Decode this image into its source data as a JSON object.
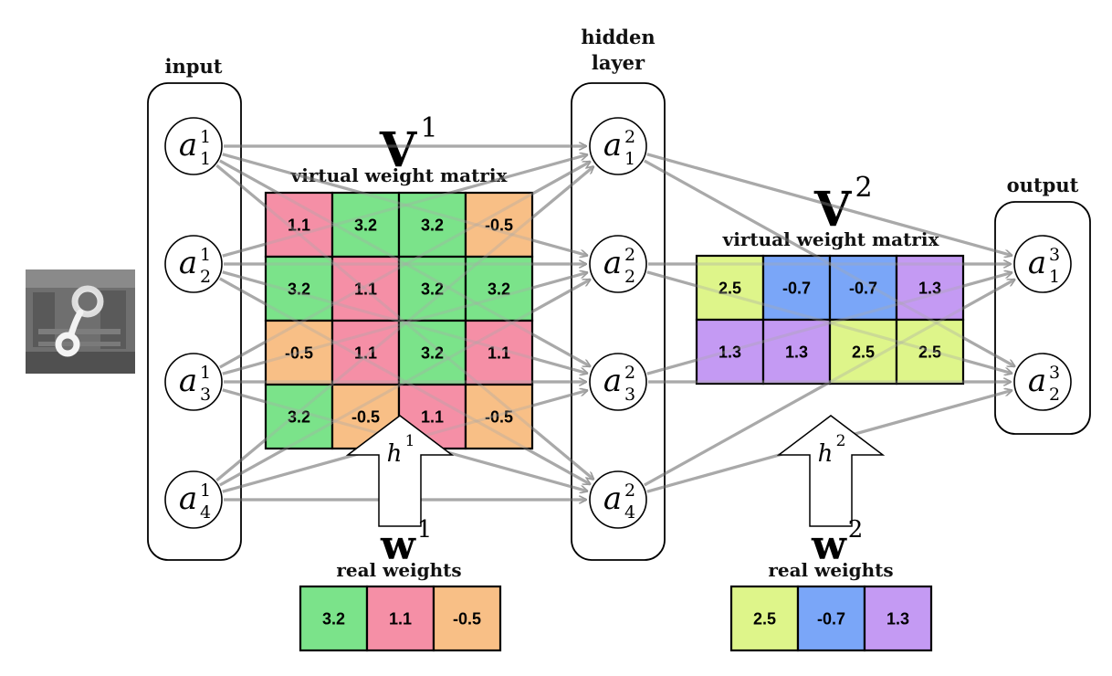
{
  "labels": {
    "input": "input",
    "hidden_line1": "hidden",
    "hidden_line2": "layer",
    "output": "output",
    "V1": "V",
    "V1_sup": "1",
    "V2": "V",
    "V2_sup": "2",
    "virtual_1": "virtual weight matrix",
    "virtual_2": "virtual weight matrix",
    "W1": "w",
    "W1_sup": "1",
    "W2": "w",
    "W2_sup": "2",
    "real_1": "real weights",
    "real_2": "real weights",
    "h1": "h",
    "h1_sup": "1",
    "h2": "h",
    "h2_sup": "2"
  },
  "nodes": {
    "input": [
      {
        "base": "a",
        "sup": "1",
        "sub": "1"
      },
      {
        "base": "a",
        "sup": "1",
        "sub": "2"
      },
      {
        "base": "a",
        "sup": "1",
        "sub": "3"
      },
      {
        "base": "a",
        "sup": "1",
        "sub": "4"
      }
    ],
    "hidden": [
      {
        "base": "a",
        "sup": "2",
        "sub": "1"
      },
      {
        "base": "a",
        "sup": "2",
        "sub": "2"
      },
      {
        "base": "a",
        "sup": "2",
        "sub": "3"
      },
      {
        "base": "a",
        "sup": "2",
        "sub": "4"
      }
    ],
    "output": [
      {
        "base": "a",
        "sup": "3",
        "sub": "1"
      },
      {
        "base": "a",
        "sup": "3",
        "sub": "2"
      }
    ]
  },
  "colors": {
    "green": "#7be38a",
    "pink": "#f58fa6",
    "orange": "#f8bf86",
    "lime": "#def58a",
    "blue": "#7aa6f8",
    "purple": "#c49af3",
    "edge": "#a9a9a9"
  },
  "matrix1": [
    [
      {
        "v": "1.1",
        "c": "pink"
      },
      {
        "v": "3.2",
        "c": "green"
      },
      {
        "v": "3.2",
        "c": "green"
      },
      {
        "v": "-0.5",
        "c": "orange"
      }
    ],
    [
      {
        "v": "3.2",
        "c": "green"
      },
      {
        "v": "1.1",
        "c": "pink"
      },
      {
        "v": "3.2",
        "c": "green"
      },
      {
        "v": "3.2",
        "c": "green"
      }
    ],
    [
      {
        "v": "-0.5",
        "c": "orange"
      },
      {
        "v": "1.1",
        "c": "pink"
      },
      {
        "v": "3.2",
        "c": "green"
      },
      {
        "v": "1.1",
        "c": "pink"
      }
    ],
    [
      {
        "v": "3.2",
        "c": "green"
      },
      {
        "v": "-0.5",
        "c": "orange"
      },
      {
        "v": "1.1",
        "c": "pink"
      },
      {
        "v": "-0.5",
        "c": "orange"
      }
    ]
  ],
  "matrix2": [
    [
      {
        "v": "2.5",
        "c": "lime"
      },
      {
        "v": "-0.7",
        "c": "blue"
      },
      {
        "v": "-0.7",
        "c": "blue"
      },
      {
        "v": "1.3",
        "c": "purple"
      }
    ],
    [
      {
        "v": "1.3",
        "c": "purple"
      },
      {
        "v": "1.3",
        "c": "purple"
      },
      {
        "v": "2.5",
        "c": "lime"
      },
      {
        "v": "2.5",
        "c": "lime"
      }
    ]
  ],
  "real1": [
    {
      "v": "3.2",
      "c": "green"
    },
    {
      "v": "1.1",
      "c": "pink"
    },
    {
      "v": "-0.5",
      "c": "orange"
    }
  ],
  "real2": [
    {
      "v": "2.5",
      "c": "lime"
    },
    {
      "v": "-0.7",
      "c": "blue"
    },
    {
      "v": "1.3",
      "c": "purple"
    }
  ]
}
